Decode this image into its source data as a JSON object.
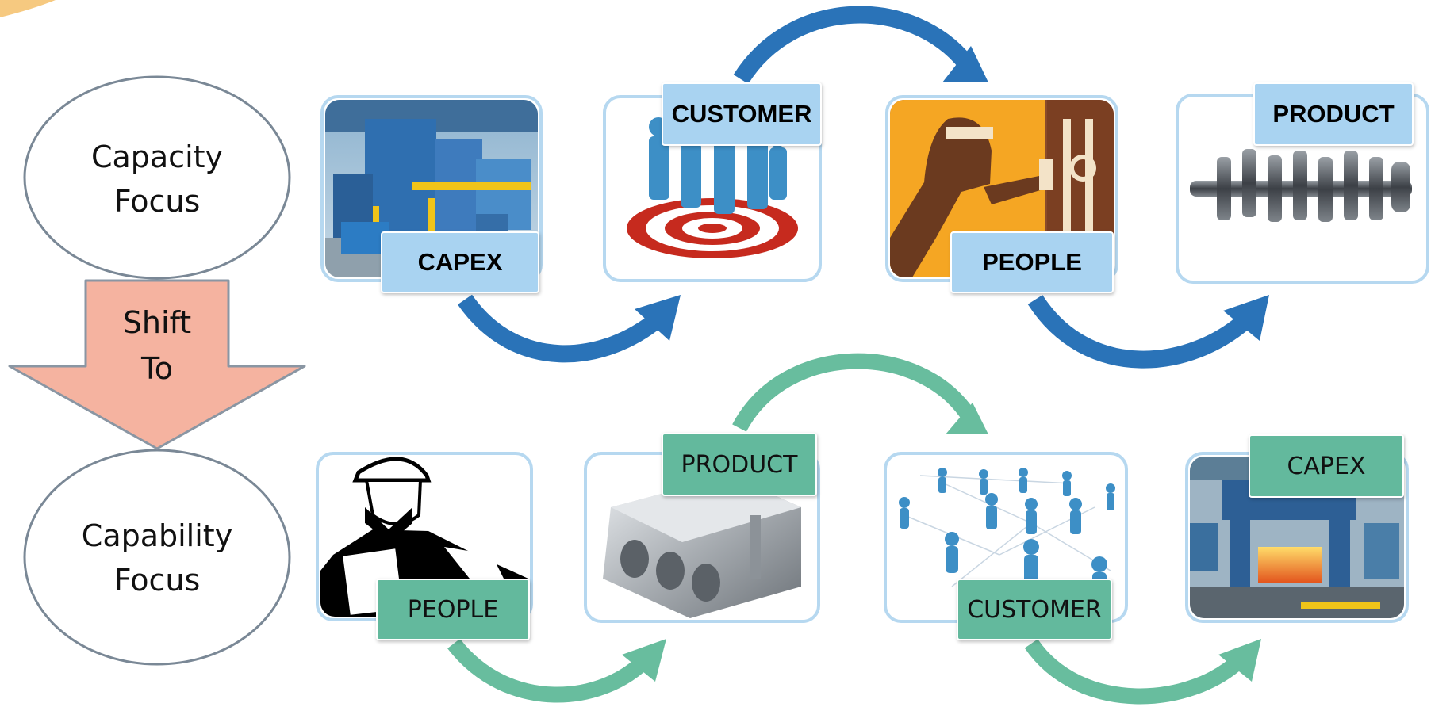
{
  "capacity_label": [
    "Capacity",
    "Focus"
  ],
  "capability_label": [
    "Capability",
    "Focus"
  ],
  "shift_label": [
    "Shift",
    "To"
  ],
  "top_row": [
    "CAPEX",
    "CUSTOMER",
    "PEOPLE",
    "PRODUCT"
  ],
  "bottom_row": [
    "PEOPLE",
    "PRODUCT",
    "CUSTOMER",
    "CAPEX"
  ],
  "colors": {
    "top_arrow": "#2a73b8",
    "top_tag": "#a9d3f1",
    "bottom_arrow": "#68bd9e",
    "bottom_tag": "#63b99d",
    "shift_arrow": "#f5b3a0",
    "frame": "#b6d8f0"
  }
}
